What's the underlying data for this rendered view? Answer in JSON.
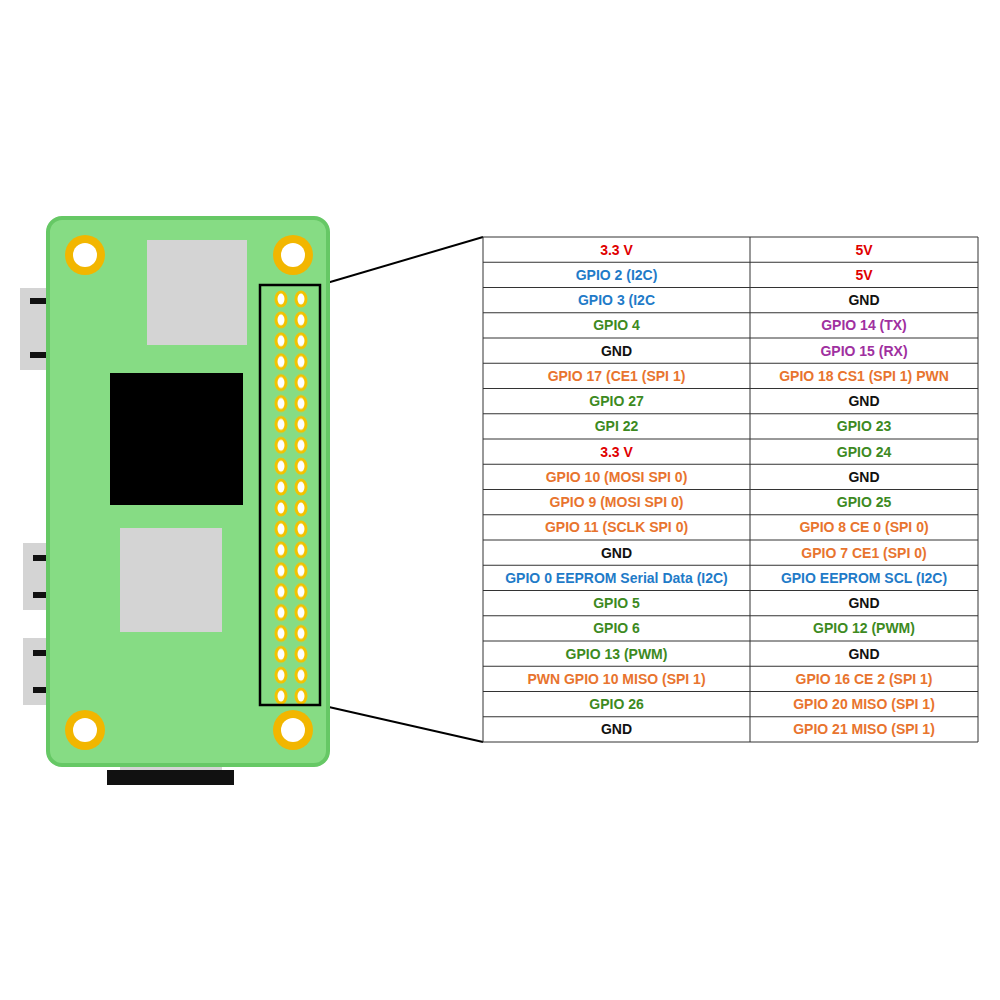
{
  "diagram": {
    "labels": [
      "3.3 V",
      "5V",
      "GPIO 2 (I2C)",
      "5V",
      "GPIO 3 (I2C",
      "GND",
      "GPIO 4",
      "GPIO 14 (TX)",
      "GND",
      "GPIO 15 (RX)",
      "GPIO 17 (CE1 (SPI 1)",
      "GPIO 18 CS1 (SPI 1) PWN",
      "GPIO 27",
      "GND",
      "GPI 22",
      "GPIO 23",
      "3.3 V",
      "GPIO 24",
      "GPIO 10 (MOSI SPI 0)",
      "GND",
      "GPIO 9 (MOSI SPI 0)",
      "GPIO 25",
      "GPIO 11 (SCLK SPI 0)",
      "GPIO 8 CE 0 (SPI 0)",
      "GND",
      "GPIO 7 CE1 (SPI 0)",
      "GPIO 0 EEPROM Serial Data (I2C)",
      "GPIO EEPROM SCL (I2C)",
      "GPIO 5",
      "GND",
      "GPIO 6",
      "GPIO 12 (PWM)",
      "GPIO 13 (PWM)",
      "GND",
      "PWN GPIO 10 MISO (SPI 1)",
      "GPIO 16 CE 2 (SPI 1)",
      "GPIO 26",
      "GPIO 20 MISO (SPI 1)",
      "GND",
      "GPIO 21 MISO (SPI 1)"
    ]
  }
}
